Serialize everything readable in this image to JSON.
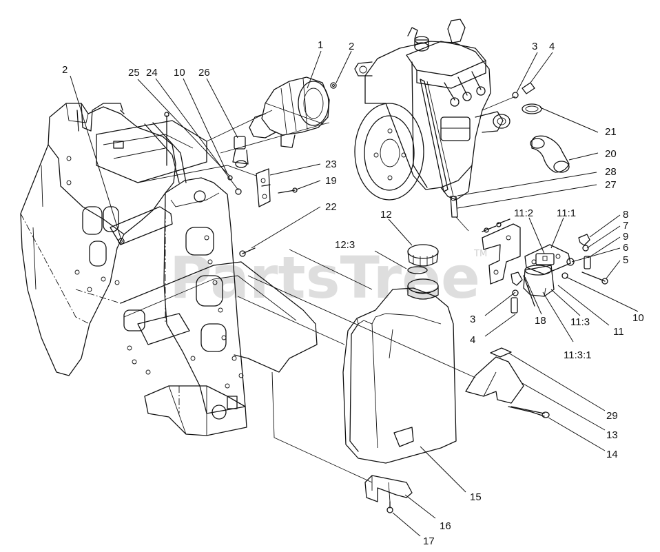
{
  "watermark": {
    "text": "PartsTree",
    "trademark": "TM"
  },
  "callouts": [
    {
      "id": "c1",
      "text": "1"
    },
    {
      "id": "c2a",
      "text": "2"
    },
    {
      "id": "c2b",
      "text": "2"
    },
    {
      "id": "c3a",
      "text": "3"
    },
    {
      "id": "c4a",
      "text": "4"
    },
    {
      "id": "c25",
      "text": "25"
    },
    {
      "id": "c24",
      "text": "24"
    },
    {
      "id": "c10a",
      "text": "10"
    },
    {
      "id": "c26",
      "text": "26"
    },
    {
      "id": "c23",
      "text": "23"
    },
    {
      "id": "c19",
      "text": "19"
    },
    {
      "id": "c22",
      "text": "22"
    },
    {
      "id": "c21",
      "text": "21"
    },
    {
      "id": "c20",
      "text": "20"
    },
    {
      "id": "c28",
      "text": "28"
    },
    {
      "id": "c27",
      "text": "27"
    },
    {
      "id": "c12",
      "text": "12"
    },
    {
      "id": "c12_3",
      "text": "12:3"
    },
    {
      "id": "c11_2",
      "text": "11:2"
    },
    {
      "id": "c11_1",
      "text": "11:1"
    },
    {
      "id": "c8",
      "text": "8"
    },
    {
      "id": "c7",
      "text": "7"
    },
    {
      "id": "c9",
      "text": "9"
    },
    {
      "id": "c6",
      "text": "6"
    },
    {
      "id": "c5",
      "text": "5"
    },
    {
      "id": "c3b",
      "text": "3"
    },
    {
      "id": "c4b",
      "text": "4"
    },
    {
      "id": "c18",
      "text": "18"
    },
    {
      "id": "c11_3",
      "text": "11:3"
    },
    {
      "id": "c11",
      "text": "11"
    },
    {
      "id": "c10b",
      "text": "10"
    },
    {
      "id": "c11_3_1",
      "text": "11:3:1"
    },
    {
      "id": "c29",
      "text": "29"
    },
    {
      "id": "c13",
      "text": "13"
    },
    {
      "id": "c14",
      "text": "14"
    },
    {
      "id": "c15",
      "text": "15"
    },
    {
      "id": "c16",
      "text": "16"
    },
    {
      "id": "c17",
      "text": "17"
    }
  ]
}
